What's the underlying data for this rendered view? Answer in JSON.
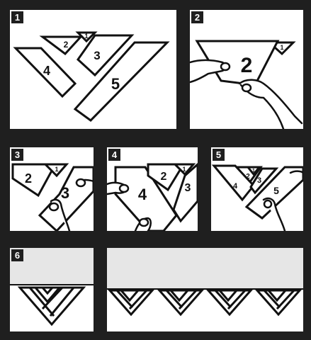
{
  "steps": [
    {
      "number": "1",
      "pieces": [
        "1",
        "2",
        "3",
        "4",
        "5"
      ]
    },
    {
      "number": "2",
      "pieces": [
        "1",
        "2"
      ]
    },
    {
      "number": "3",
      "pieces": [
        "2",
        "1",
        "3"
      ]
    },
    {
      "number": "4",
      "pieces": [
        "4",
        "2",
        "1",
        "3"
      ]
    },
    {
      "number": "5",
      "pieces": [
        "2",
        "1",
        "4",
        "3",
        "5"
      ]
    },
    {
      "number": "6",
      "pieces": []
    }
  ],
  "colors": {
    "frame": "#1f1f1f",
    "panel": "#ffffff",
    "fabric": "#e6e6e6",
    "ink": "#111111"
  }
}
